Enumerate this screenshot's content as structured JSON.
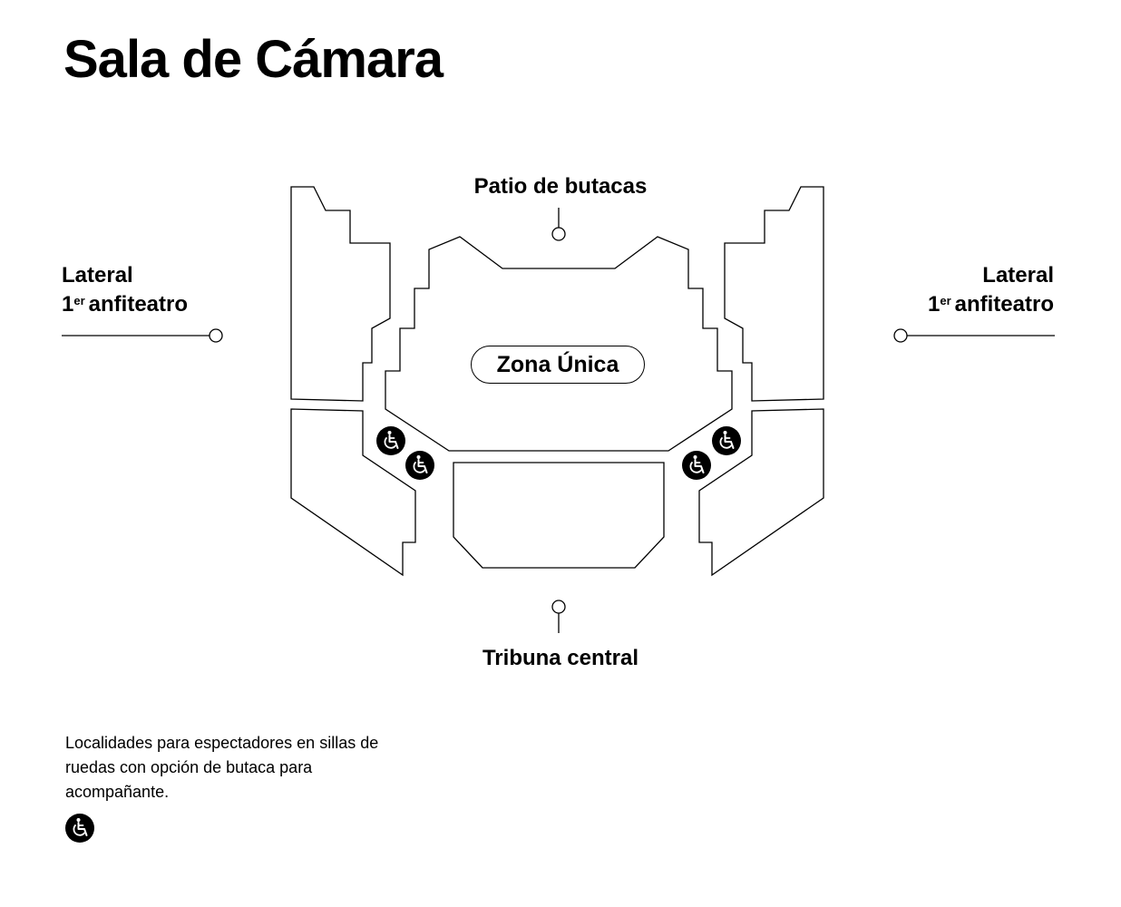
{
  "title": "Sala de Cámara",
  "zones": {
    "patio": "Patio de butacas",
    "tribuna": "Tribuna central",
    "zona_unica": "Zona Única",
    "lateral_left": {
      "line1": "Lateral",
      "ordinal": "1",
      "ordinal_suffix": "er",
      "line2_rest": "anfiteatro"
    },
    "lateral_right": {
      "line1": "Lateral",
      "ordinal": "1",
      "ordinal_suffix": "er",
      "line2_rest": "anfiteatro"
    }
  },
  "legend": {
    "text": "Localidades para espectadores en sillas de ruedas con opción de butaca para acompañante.",
    "icon": "wheelchair-icon"
  },
  "colors": {
    "ink": "#000000",
    "background": "#ffffff"
  }
}
